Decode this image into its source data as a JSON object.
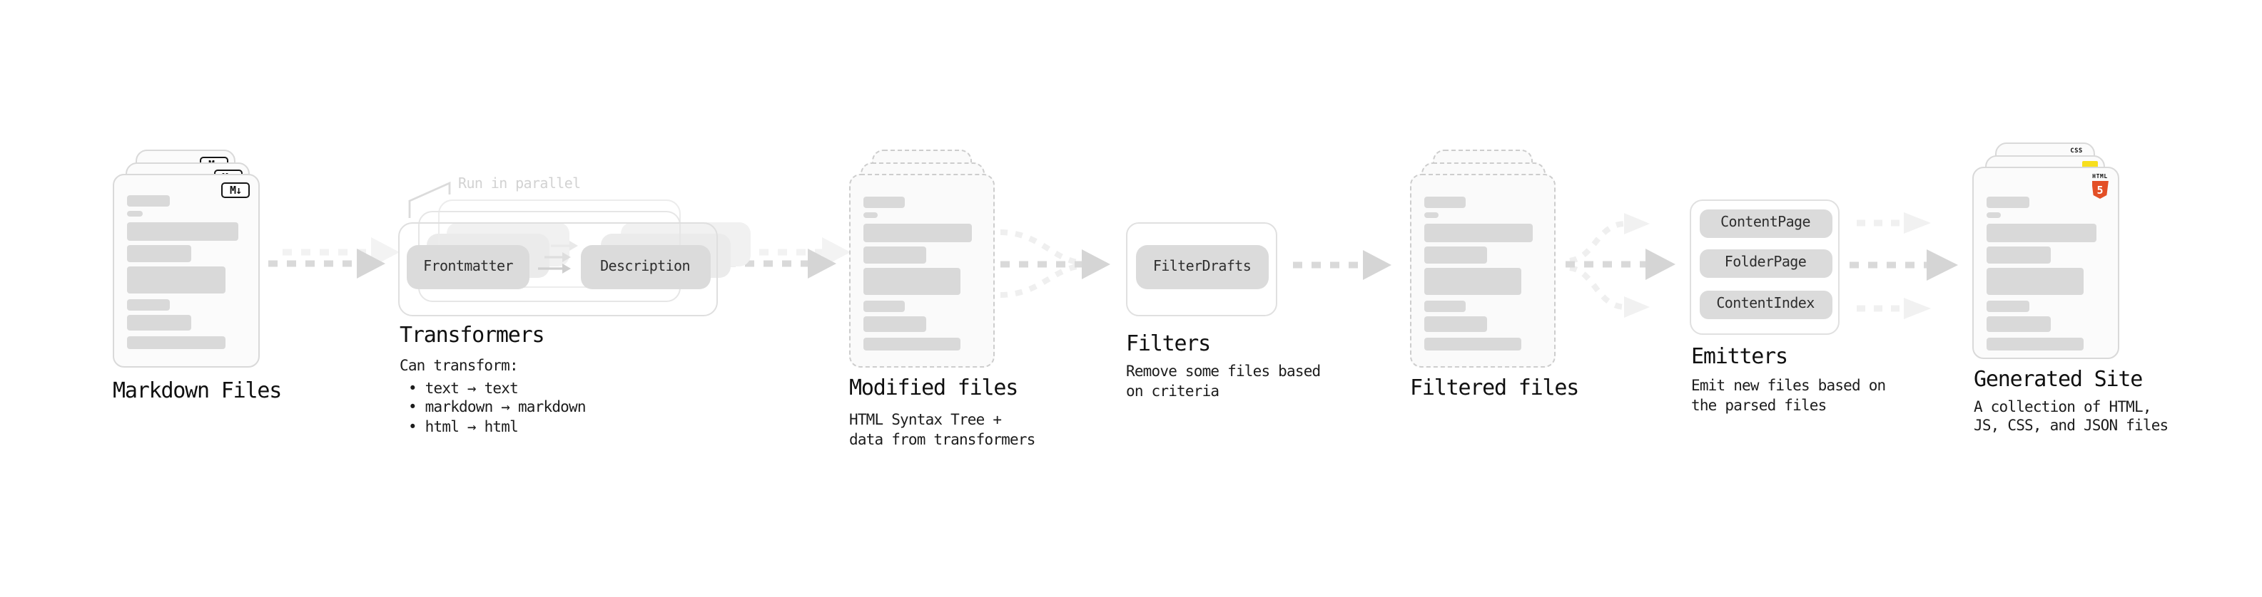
{
  "stages": {
    "markdown": {
      "title": "Markdown Files"
    },
    "transformers": {
      "title": "Transformers",
      "annotation": "Run in parallel",
      "pill_left": "Frontmatter",
      "pill_right": "Description",
      "desc_heading": "Can transform:",
      "bullets": [
        "• text → text",
        "• markdown → markdown",
        "• html → html"
      ]
    },
    "modified": {
      "title": "Modified files",
      "desc": [
        "HTML Syntax Tree +",
        "data from transformers"
      ]
    },
    "filters": {
      "title": "Filters",
      "pill": "FilterDrafts",
      "desc": [
        "Remove some files based",
        "on criteria"
      ]
    },
    "filtered": {
      "title": "Filtered files"
    },
    "emitters": {
      "title": "Emitters",
      "pills": [
        "ContentPage",
        "FolderPage",
        "ContentIndex"
      ],
      "desc": [
        "Emit new files based on",
        "the parsed files"
      ]
    },
    "generated": {
      "title": "Generated Site",
      "desc": [
        "A collection of HTML,",
        "JS, CSS, and JSON files"
      ]
    }
  },
  "icons": {
    "markdown_badge": "M↓",
    "css_badge": "CSS",
    "html5_text": "HTML",
    "html5_number": "5"
  },
  "colors": {
    "html5_orange": "#E34F26",
    "js_yellow": "#F7DF1E",
    "css_blue": "#3B6BE0",
    "arrow_gray": "#D9D9D9",
    "skeleton_gray": "#D9D9D9",
    "pill_gray": "#DBDBDB"
  }
}
